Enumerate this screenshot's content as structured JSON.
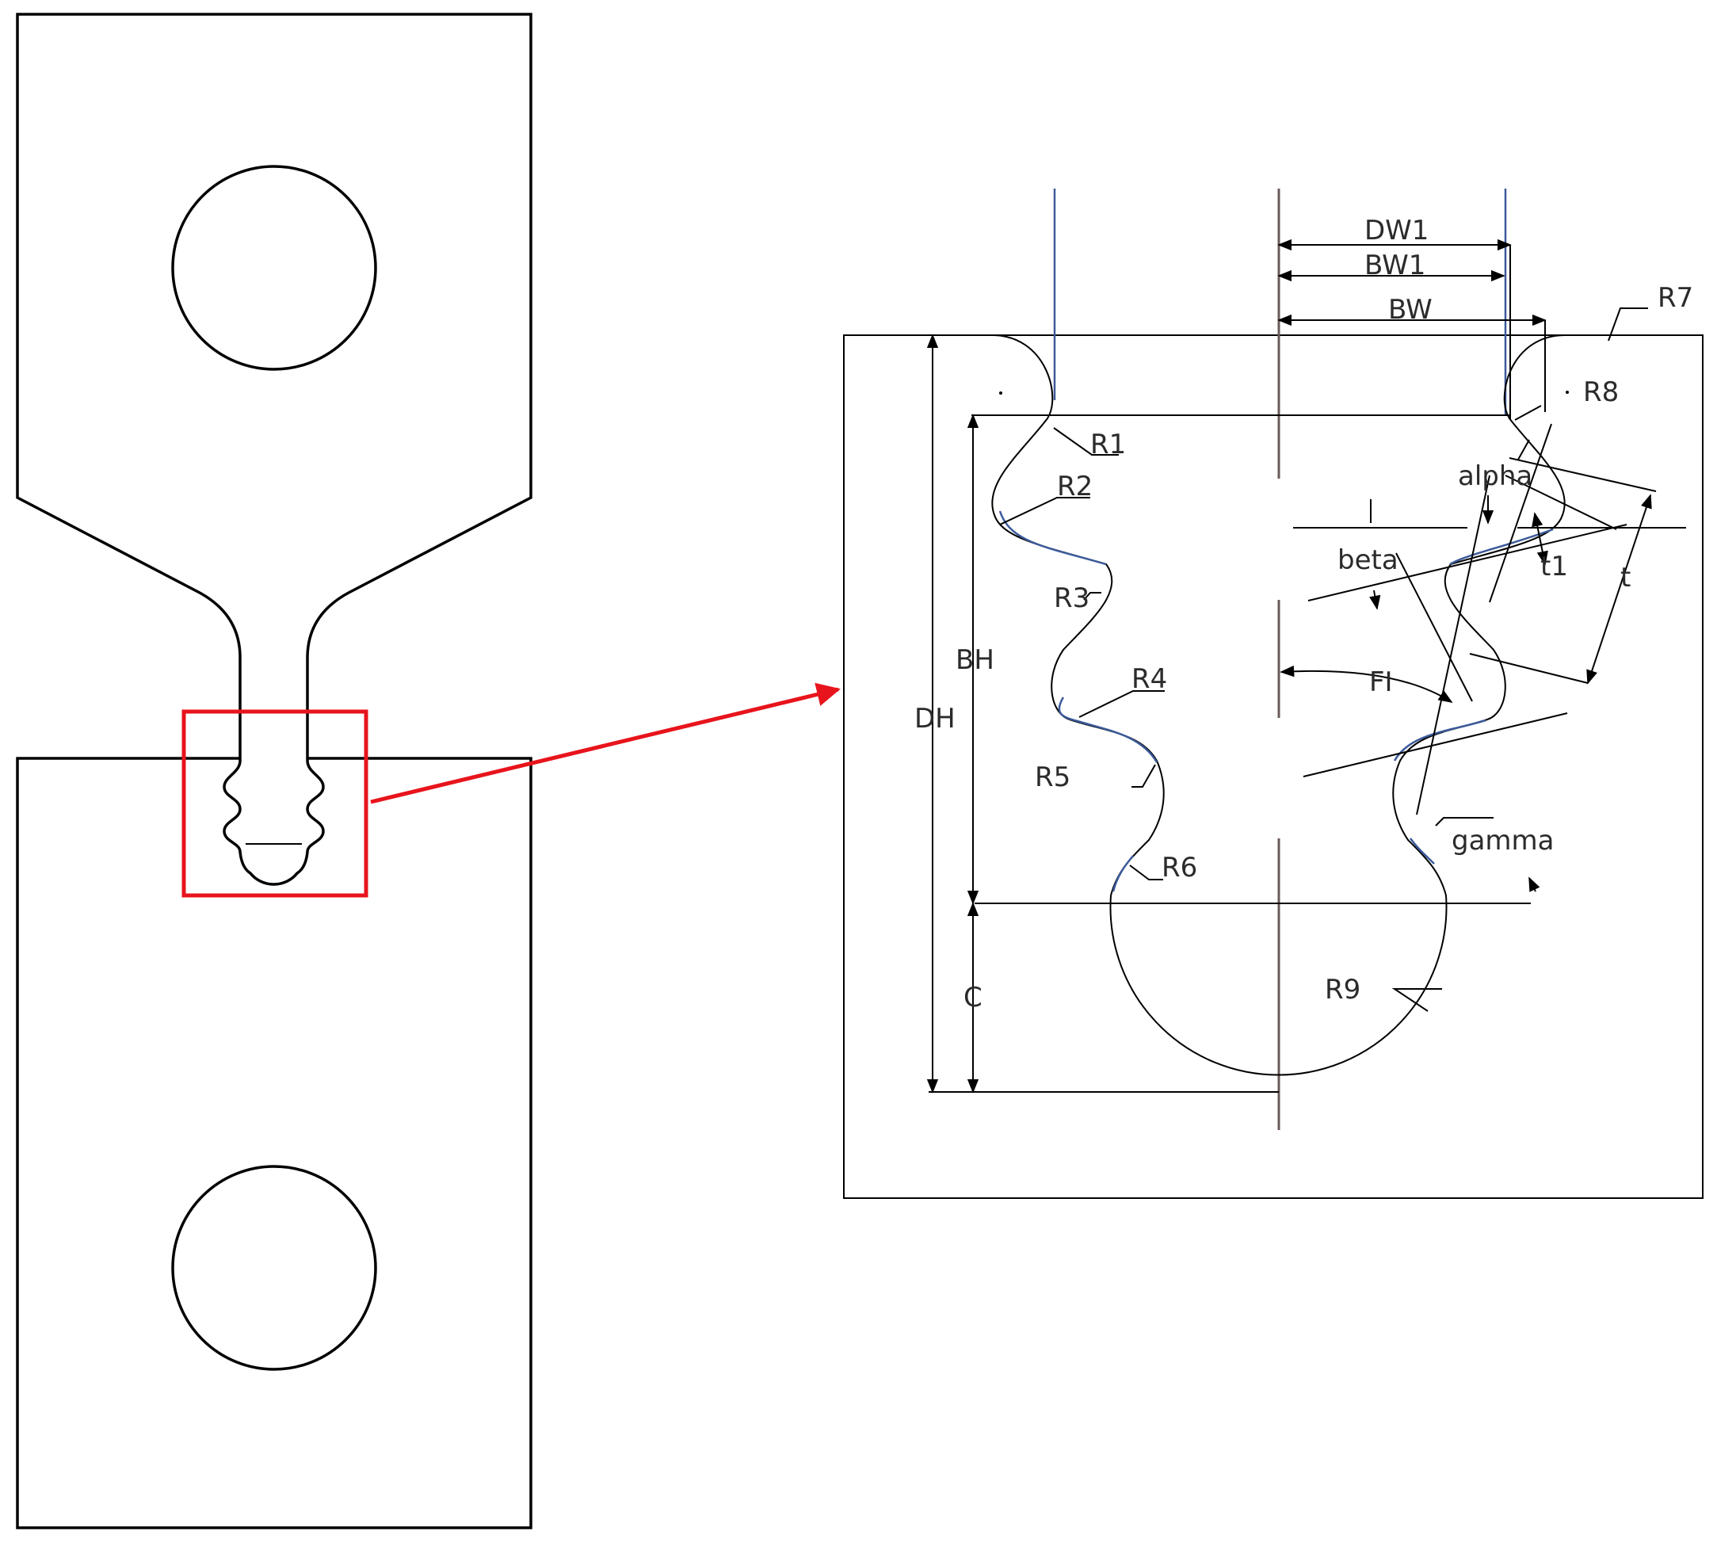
{
  "labels": {
    "dw1": "DW1",
    "bw1": "BW1",
    "bw": "BW",
    "r1": "R1",
    "r2": "R2",
    "r3": "R3",
    "r4": "R4",
    "r5": "R5",
    "r6": "R6",
    "r7": "R7",
    "r8": "R8",
    "r9": "R9",
    "alpha": "alpha",
    "beta": "beta",
    "gamma": "gamma",
    "t1": "t1",
    "t": "t",
    "fi": "FI",
    "bh": "BH",
    "dh": "DH",
    "c": "C"
  },
  "colors": {
    "outline": "#000000",
    "highlight": "#e8141c",
    "blade_edge": "#3c5a9a",
    "centerline": "#6b5a5a"
  }
}
